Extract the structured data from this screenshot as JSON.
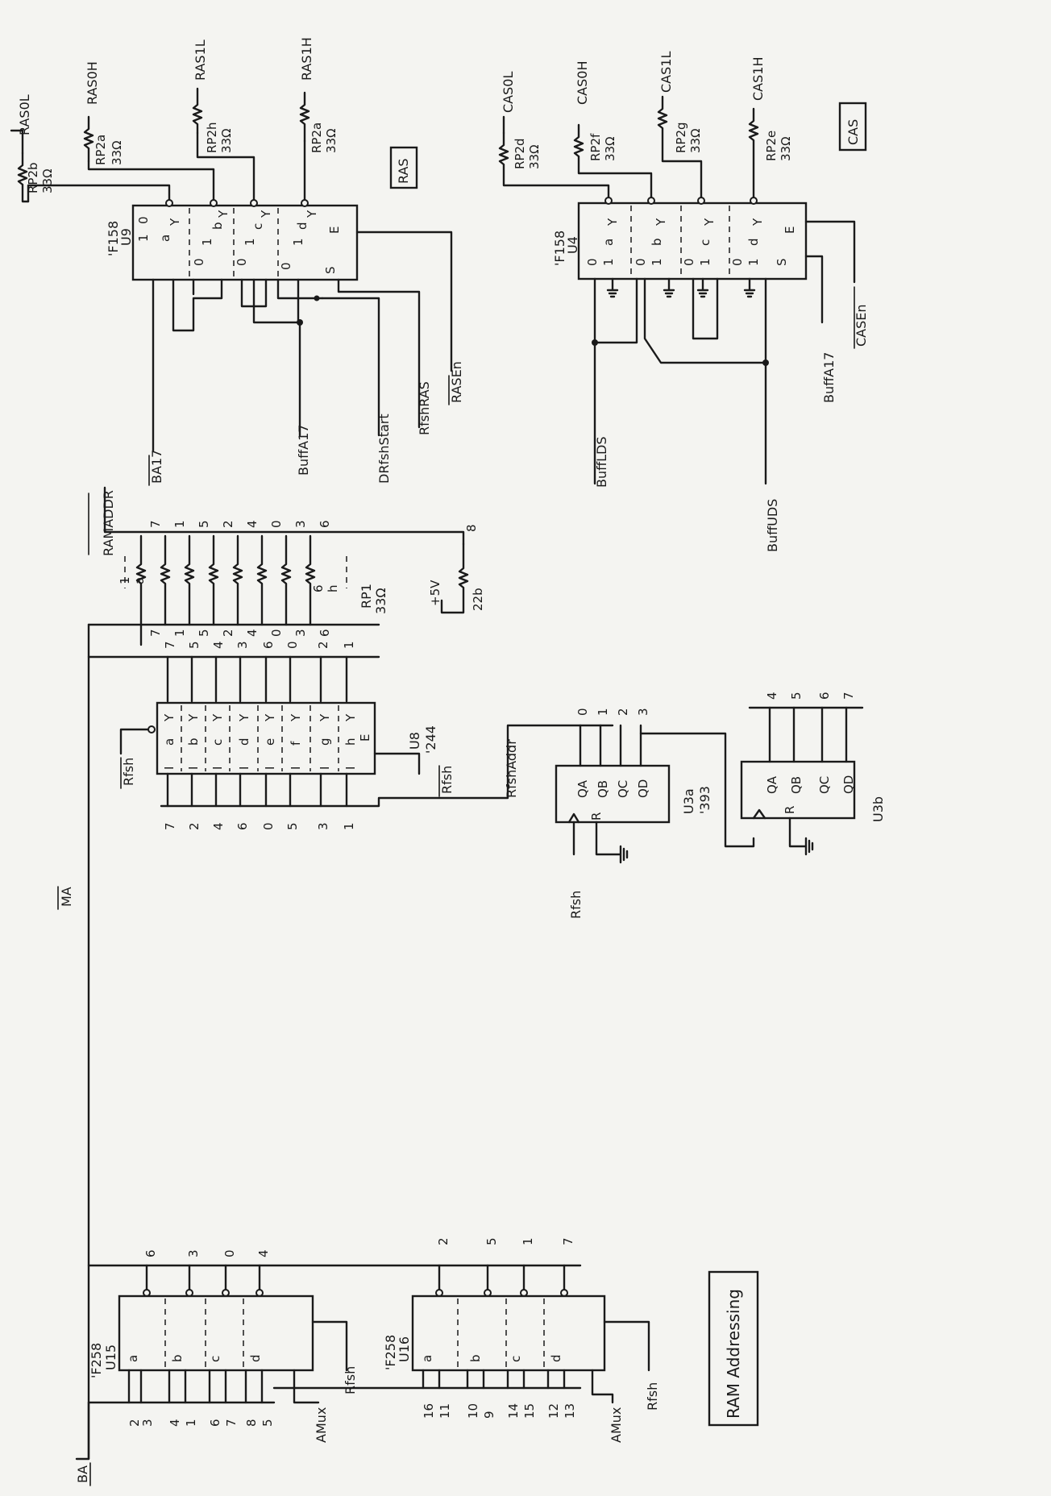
{
  "ras": {
    "box": "RAS",
    "chip_type": "'F158",
    "chip_ref": "U9",
    "inputs": [
      "0",
      "1",
      "0",
      "1",
      "0",
      "1",
      "0",
      "1"
    ],
    "sections": [
      "a",
      "b",
      "c",
      "d"
    ],
    "out": "Y",
    "s_pin": "S",
    "e_pin": "E",
    "resistors": [
      {
        "net": "RAS0L",
        "ref": "RP2b",
        "val": "33Ω"
      },
      {
        "net": "RAS0H",
        "ref": "RP2a",
        "val": "33Ω"
      },
      {
        "net": "RAS1L",
        "ref": "RP2h",
        "val": "33Ω"
      },
      {
        "net": "RAS1H",
        "ref": "RP2a",
        "val": "33Ω"
      }
    ],
    "sigs": [
      "BA17",
      "BuffA17",
      "DRfshStart",
      "RfshRAS",
      "RASEn"
    ]
  },
  "cas": {
    "box": "CAS",
    "chip_type": "'F158",
    "chip_ref": "U4",
    "inputs": [
      "0",
      "1",
      "0",
      "1",
      "0",
      "1",
      "0",
      "1"
    ],
    "sections": [
      "a",
      "b",
      "c",
      "d"
    ],
    "out": "Y",
    "s_pin": "S",
    "e_pin": "E",
    "resistors": [
      {
        "net": "CAS0L",
        "ref": "RP2d",
        "val": "33Ω"
      },
      {
        "net": "CAS0H",
        "ref": "RP2f",
        "val": "33Ω"
      },
      {
        "net": "CAS1L",
        "ref": "RP2g",
        "val": "33Ω"
      },
      {
        "net": "CAS1H",
        "ref": "RP2e",
        "val": "33Ω"
      }
    ],
    "sigs": [
      "BuffLDS",
      "BuffUDS",
      "BuffA17",
      "CASEn"
    ]
  },
  "rp1": {
    "net": "RAMADDR",
    "ref": "RP1",
    "val": "33Ω",
    "left_pins": [
      "7",
      "1",
      "5",
      "2",
      "4",
      "0",
      "3",
      "6"
    ],
    "right_pins": [
      "7",
      "1",
      "5",
      "2",
      "4",
      "0",
      "3",
      "6"
    ],
    "numbers_top": [
      "1",
      "a"
    ],
    "numbers_bot": [
      "6",
      "h"
    ],
    "pullup_pin": "8",
    "pullup_ref": "22b",
    "vcc": "+5V"
  },
  "u8": {
    "chip_type": "'244",
    "chip_ref": "U8",
    "in_nums": [
      "7",
      "2",
      "4",
      "6",
      "0",
      "5",
      "3",
      "1"
    ],
    "out_nums": [
      "7",
      "5",
      "4",
      "3",
      "6",
      "0",
      "2",
      "1"
    ],
    "in_pin": "I",
    "sections": [
      "a",
      "b",
      "c",
      "d",
      "e",
      "f",
      "g",
      "h"
    ],
    "out": "Y",
    "e_pin": "E",
    "oe_sig": "Rfsh",
    "oe_sig2": "Rfsh"
  },
  "addr_bus": "MA",
  "u3a": {
    "chip_type": "'393",
    "chip_ref": "U3a",
    "outputs": [
      "QA",
      "QB",
      "QC",
      "QD"
    ],
    "nums": [
      "0",
      "1",
      "2",
      "3"
    ],
    "r_pin": "R",
    "clk": "Rfsh",
    "net": "RfshAddr"
  },
  "u3b": {
    "chip_ref": "U3b",
    "outputs": [
      "QA",
      "QB",
      "QC",
      "QD"
    ],
    "nums": [
      "4",
      "5",
      "6",
      "7"
    ],
    "r_pin": "R"
  },
  "u15": {
    "chip_type": "'F258",
    "chip_ref": "U15",
    "in_nums": [
      "2",
      "3",
      "4",
      "1",
      "6",
      "7",
      "8",
      "5"
    ],
    "sections": [
      "a",
      "b",
      "c",
      "d"
    ],
    "out_nums": [
      "6",
      "3",
      "0",
      "4"
    ],
    "s_sig": "AMux",
    "e_sig": "Rfsh"
  },
  "u16": {
    "chip_type": "'F258",
    "chip_ref": "U16",
    "in_nums": [
      "16",
      "11",
      "10",
      "9",
      "14",
      "15",
      "12",
      "13"
    ],
    "sections": [
      "a",
      "b",
      "c",
      "d"
    ],
    "out_nums": [
      "2",
      "5",
      "1",
      "7"
    ],
    "s_sig": "AMux",
    "e_sig": "Rfsh"
  },
  "bus_in": "BA",
  "title": "RAM Addressing"
}
